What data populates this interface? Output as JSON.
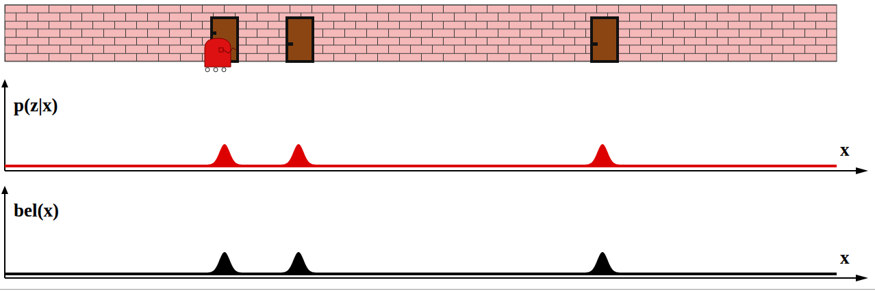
{
  "diagram": {
    "labels": [
      "p(z|x)",
      "x",
      "bel(x)",
      "x"
    ]
  }
}
